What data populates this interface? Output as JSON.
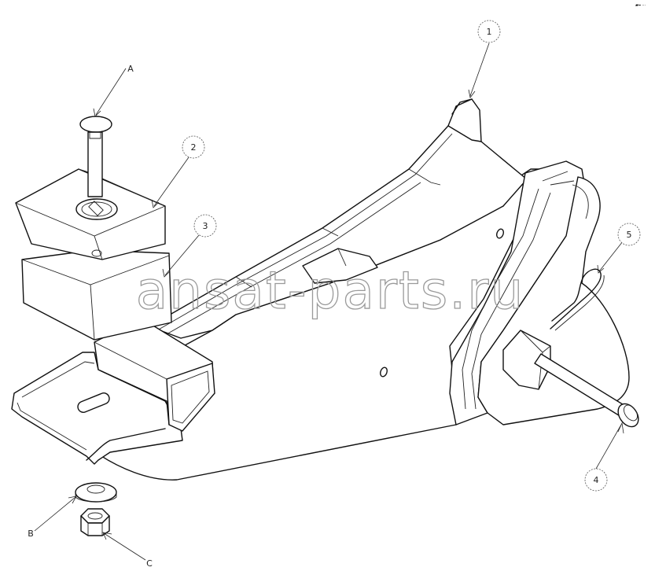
{
  "callouts": {
    "c1": "1",
    "c2": "2",
    "c3": "3",
    "c4": "4",
    "c5": "5",
    "cA": "A",
    "cB": "B",
    "cC": "C"
  },
  "watermark": "ansat-parts.ru",
  "corner_mark": "▰━ ···",
  "colors": {
    "line": "#111111",
    "watermark": "#9a9a9a",
    "background": "#ffffff"
  }
}
